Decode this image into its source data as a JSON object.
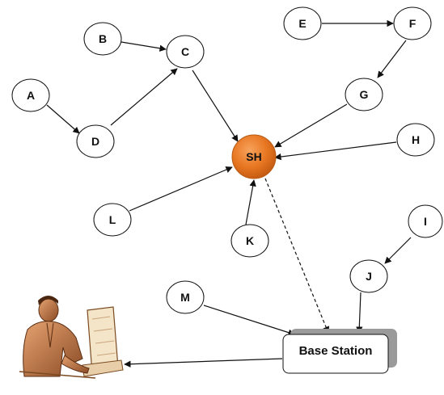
{
  "nodes": {
    "A": "A",
    "B": "B",
    "C": "C",
    "D": "D",
    "E": "E",
    "F": "F",
    "G": "G",
    "H": "H",
    "I": "I",
    "J": "J",
    "K": "K",
    "L": "L",
    "M": "M"
  },
  "sink": {
    "label": "SH",
    "color": "#e87722"
  },
  "base_station": {
    "label": "Base Station"
  },
  "user_icon": "user-at-computer-icon"
}
